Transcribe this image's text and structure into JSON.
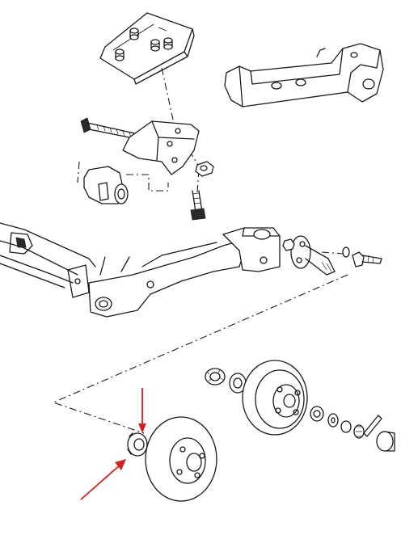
{
  "diagram": {
    "type": "exploded-parts-view",
    "labels": [],
    "colors": {
      "ink": "#1a1a1a",
      "background": "#ffffff",
      "arrow": "#d62020"
    },
    "highlight_arrows": [
      {
        "points_to": "wheel-bearing-seal",
        "direction": "down"
      },
      {
        "points_to": "wheel-bearing-seal",
        "direction": "up-right"
      }
    ]
  }
}
